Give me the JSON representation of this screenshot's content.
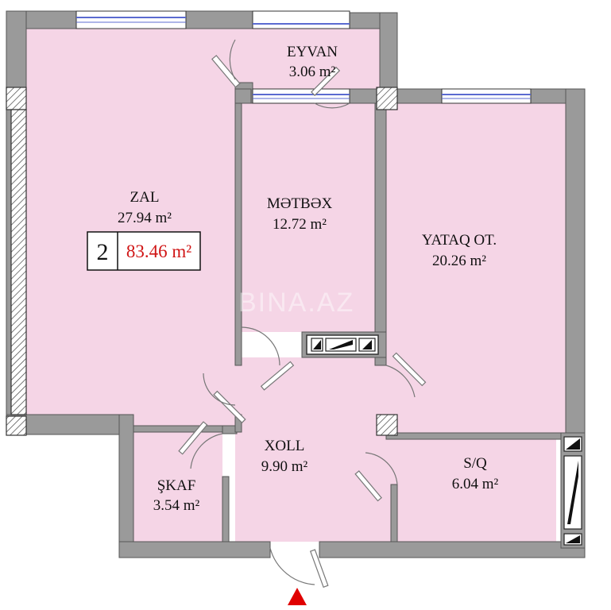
{
  "colors": {
    "room_fill": "#f5d5e6",
    "wall": "#9a9a9a",
    "wall_edge": "#555555",
    "window": "#5b6bd1",
    "area_text": "#d01515",
    "entrance_marker": "#e00000"
  },
  "rooms": {
    "zal": {
      "name": "ZAL",
      "area": "27.94 m²"
    },
    "eyvan": {
      "name": "EYVAN",
      "area": "3.06 m²"
    },
    "metbex": {
      "name": "MƏTBƏX",
      "area": "12.72 m²"
    },
    "yataq": {
      "name": "YATAQ OT.",
      "area": "20.26 m²"
    },
    "xoll": {
      "name": "XOLL",
      "area": "9.90 m²"
    },
    "skaf": {
      "name": "ŞKAF",
      "area": "3.54 m²"
    },
    "sq": {
      "name": "S/Q",
      "area": "6.04 m²"
    }
  },
  "badge": {
    "rooms_count": "2",
    "total_area": "83.46 m²"
  },
  "watermark": "BINA.AZ",
  "icons": [
    "entrance-arrow-icon",
    "door-swing-icon",
    "window-icon",
    "column-hatch-icon"
  ]
}
